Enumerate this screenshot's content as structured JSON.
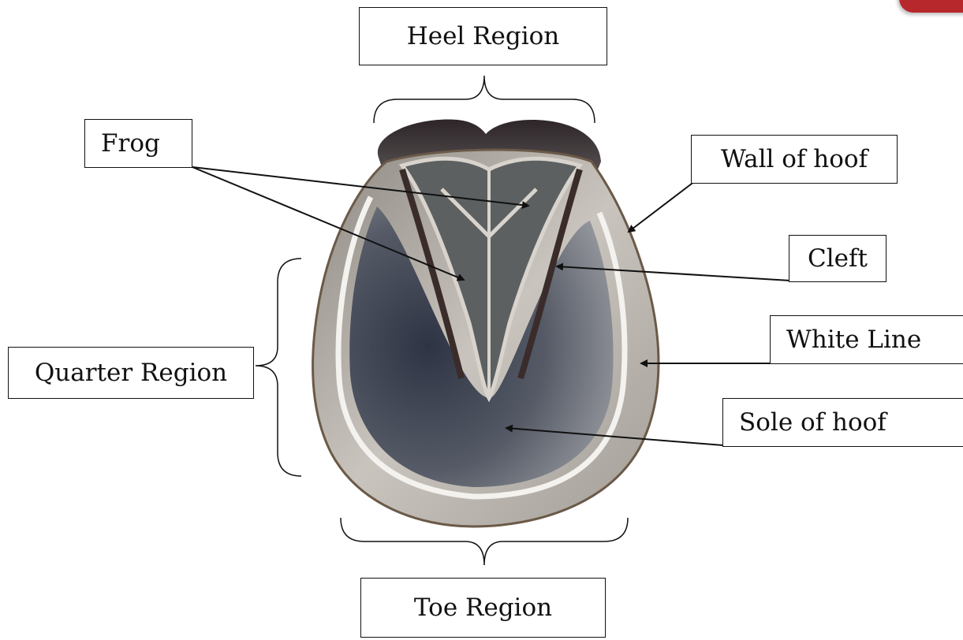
{
  "labels": {
    "heel_region": "Heel Region",
    "frog": "Frog",
    "wall_of_hoof": "Wall of hoof",
    "cleft": "Cleft",
    "white_line": "White Line",
    "quarter_region": "Quarter Region",
    "sole_of_hoof": "Sole of hoof",
    "toe_region": "Toe Region"
  },
  "colors": {
    "corner_tab": "#b7282c",
    "hoof_wall": "#b9b4ad",
    "sole": "#3d4352",
    "frog": "#6d6f6e"
  }
}
